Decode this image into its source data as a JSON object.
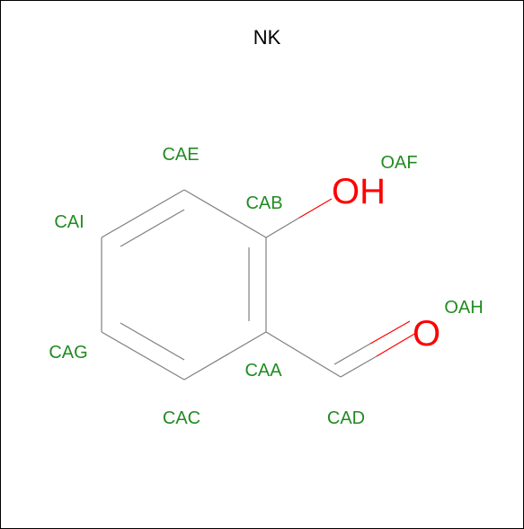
{
  "title": "NK",
  "colors": {
    "bond": "#808080",
    "atom_label": "#228B22",
    "oxygen": "#ff0000",
    "title": "#000000"
  },
  "atoms": {
    "CAE": "CAE",
    "CAB": "CAB",
    "CAI": "CAI",
    "CAG": "CAG",
    "CAA": "CAA",
    "CAC": "CAC",
    "CAD": "CAD",
    "OAF": "OAF",
    "OAH": "OAH"
  },
  "elements": {
    "hydroxyl": "OH",
    "carbonyl_oxygen": "O"
  }
}
